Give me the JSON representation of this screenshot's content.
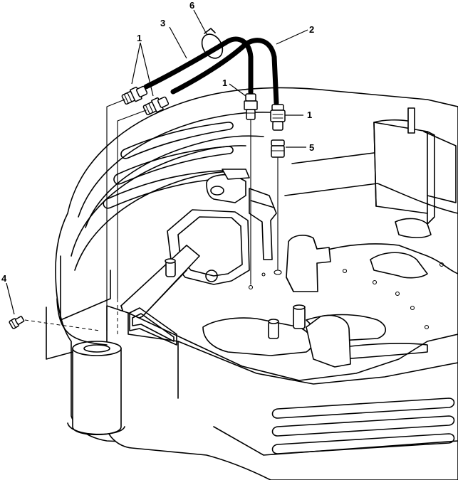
{
  "callouts": {
    "c1_fittings": "1",
    "c1_center": "1",
    "c1_right": "1",
    "c2": "2",
    "c3": "3",
    "c4": "4",
    "c5": "5",
    "c6": "6"
  }
}
